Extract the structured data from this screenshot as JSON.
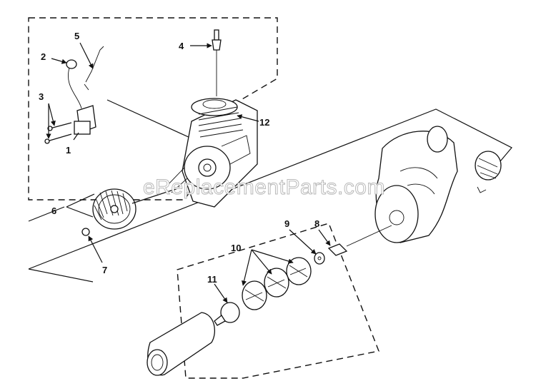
{
  "watermark": "eReplacementParts.com",
  "callouts": [
    "1",
    "2",
    "3",
    "4",
    "5",
    "6",
    "7",
    "8",
    "9",
    "10",
    "11",
    "12"
  ],
  "colors": {
    "ink": "#111111",
    "paper": "#ffffff",
    "watermark_outline": "#b9b9b9"
  }
}
